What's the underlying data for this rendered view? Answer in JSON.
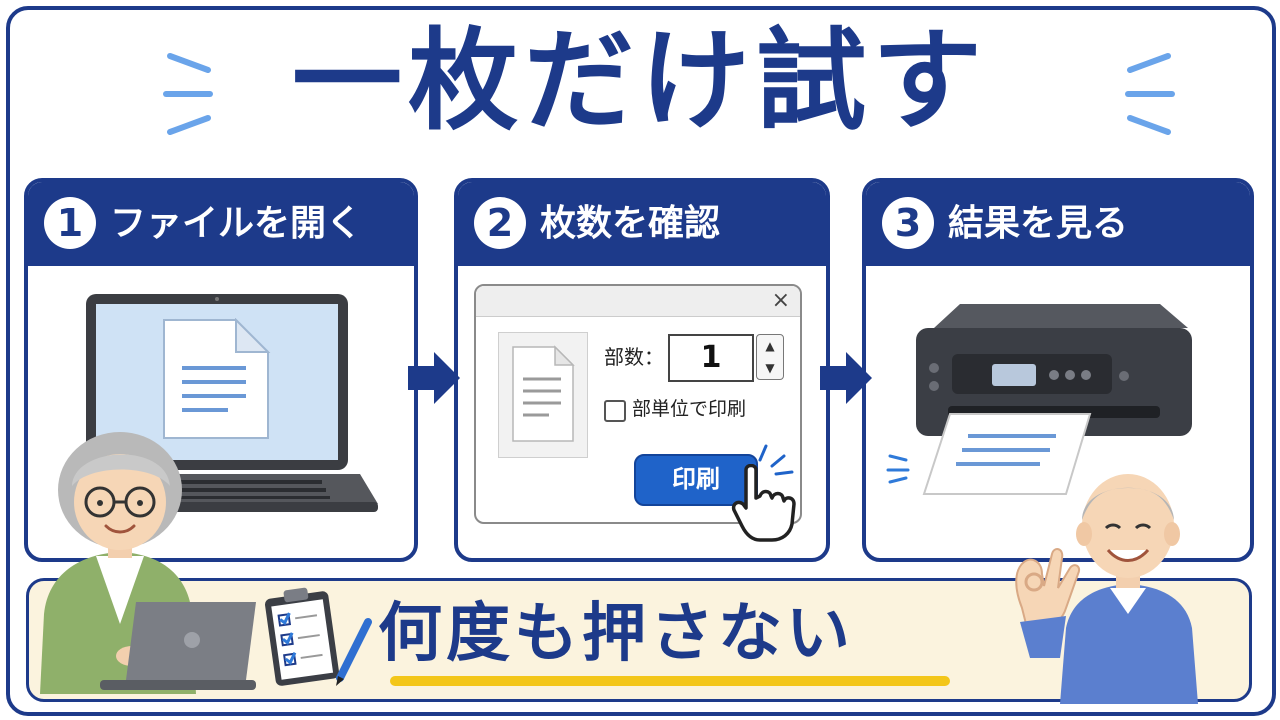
{
  "title": "一枚だけ試す",
  "steps": [
    {
      "number": "1",
      "label": "ファイルを開く"
    },
    {
      "number": "2",
      "label": "枚数を確認"
    },
    {
      "number": "3",
      "label": "結果を見る"
    }
  ],
  "dialog": {
    "close": "×",
    "copies_label": "部数：",
    "copies_value": "1",
    "stepper_up": "▲",
    "stepper_down": "▼",
    "collate_label": "部単位で印刷",
    "print_button": "印刷"
  },
  "bottom": {
    "text": "何度も押さない"
  },
  "colors": {
    "navy": "#1d3a8a",
    "banner": "#fbf3de",
    "highlight": "#f3c619",
    "button_blue": "#1f63c9",
    "screen": "#cfe2f5"
  }
}
